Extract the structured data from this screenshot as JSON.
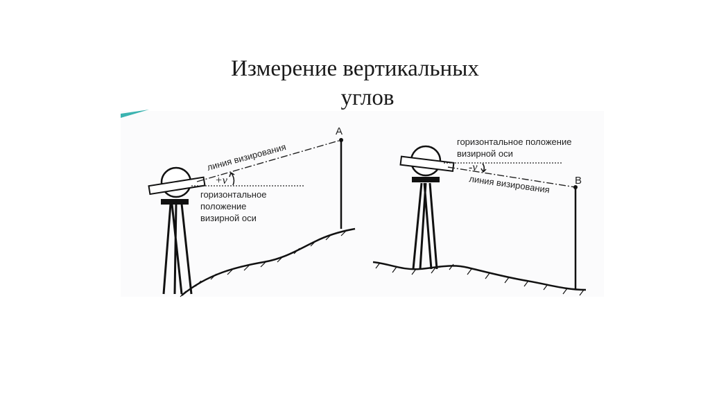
{
  "slide": {
    "title_line1": "Измерение вертикальных",
    "title_line2": "углов"
  },
  "left_figure": {
    "point_label": "A",
    "sight_line_label": "линия визирования",
    "angle_label": "+ν",
    "horizontal_label_lines": [
      "горизонтальное",
      "положение",
      "визирной оси"
    ]
  },
  "right_figure": {
    "point_label": "B",
    "horizontal_label_lines": [
      "горизонтальное положение",
      "визирной оси"
    ],
    "angle_label": "-ν",
    "sight_line_label": "линия визирования"
  }
}
